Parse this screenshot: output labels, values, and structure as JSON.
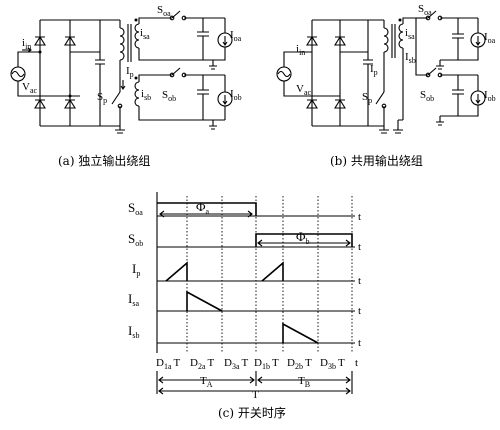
{
  "captions": {
    "a": "(a) 独立输出绕组",
    "b": "(b) 共用输出绕组",
    "c": "(c) 开关时序"
  },
  "circuit_a": {
    "source": {
      "i_label": "i",
      "i_sub": "in",
      "v_label": "V",
      "v_sub": "ac"
    },
    "switch_oa": {
      "label": "S",
      "sub": "oa"
    },
    "switch_ob": {
      "label": "S",
      "sub": "ob"
    },
    "switch_p": {
      "label": "S",
      "sub": "p"
    },
    "current_sa": {
      "label": "i",
      "sub": "sa"
    },
    "current_sb": {
      "label": "i",
      "sub": "sb"
    },
    "current_p": {
      "label": "I",
      "sub": "p"
    },
    "load_a": {
      "label": "I",
      "sub": "oa"
    },
    "load_b": {
      "label": "I",
      "sub": "ob"
    }
  },
  "circuit_b": {
    "source": {
      "i_label": "i",
      "i_sub": "in",
      "v_label": "V",
      "v_sub": "ac"
    },
    "switch_oa": {
      "label": "S",
      "sub": "oa"
    },
    "switch_ob": {
      "label": "S",
      "sub": "ob"
    },
    "switch_p": {
      "label": "S",
      "sub": "p"
    },
    "current_sa": {
      "label": "i",
      "sub": "sa"
    },
    "current_sb": {
      "label": "I",
      "sub": "sb"
    },
    "current_p": {
      "label": "I",
      "sub": "p"
    },
    "load_a": {
      "label": "I",
      "sub": "oa"
    },
    "load_b": {
      "label": "I",
      "sub": "ob"
    }
  },
  "timing": {
    "rows": [
      {
        "label": "S",
        "sub": "oa"
      },
      {
        "label": "S",
        "sub": "ob"
      },
      {
        "label": "I",
        "sub": "p"
      },
      {
        "label": "I",
        "sub": "sa"
      },
      {
        "label": "I",
        "sub": "sb"
      }
    ],
    "phase_a": {
      "label": "Φ",
      "sub": "a"
    },
    "phase_b": {
      "label": "Φ",
      "sub": "b"
    },
    "axis_t": "t",
    "intervals": [
      {
        "label": "D",
        "sub": "1a",
        "suffix": "T"
      },
      {
        "label": "D",
        "sub": "2a",
        "suffix": "T"
      },
      {
        "label": "D",
        "sub": "3a",
        "suffix": "T"
      },
      {
        "label": "D",
        "sub": "1b",
        "suffix": "T"
      },
      {
        "label": "D",
        "sub": "2b",
        "suffix": "T"
      },
      {
        "label": "D",
        "sub": "3b",
        "suffix": "T"
      }
    ],
    "interval_end": "t",
    "period_a": {
      "label": "T",
      "sub": "A"
    },
    "period_b": {
      "label": "T",
      "sub": "B"
    },
    "period": "T"
  }
}
